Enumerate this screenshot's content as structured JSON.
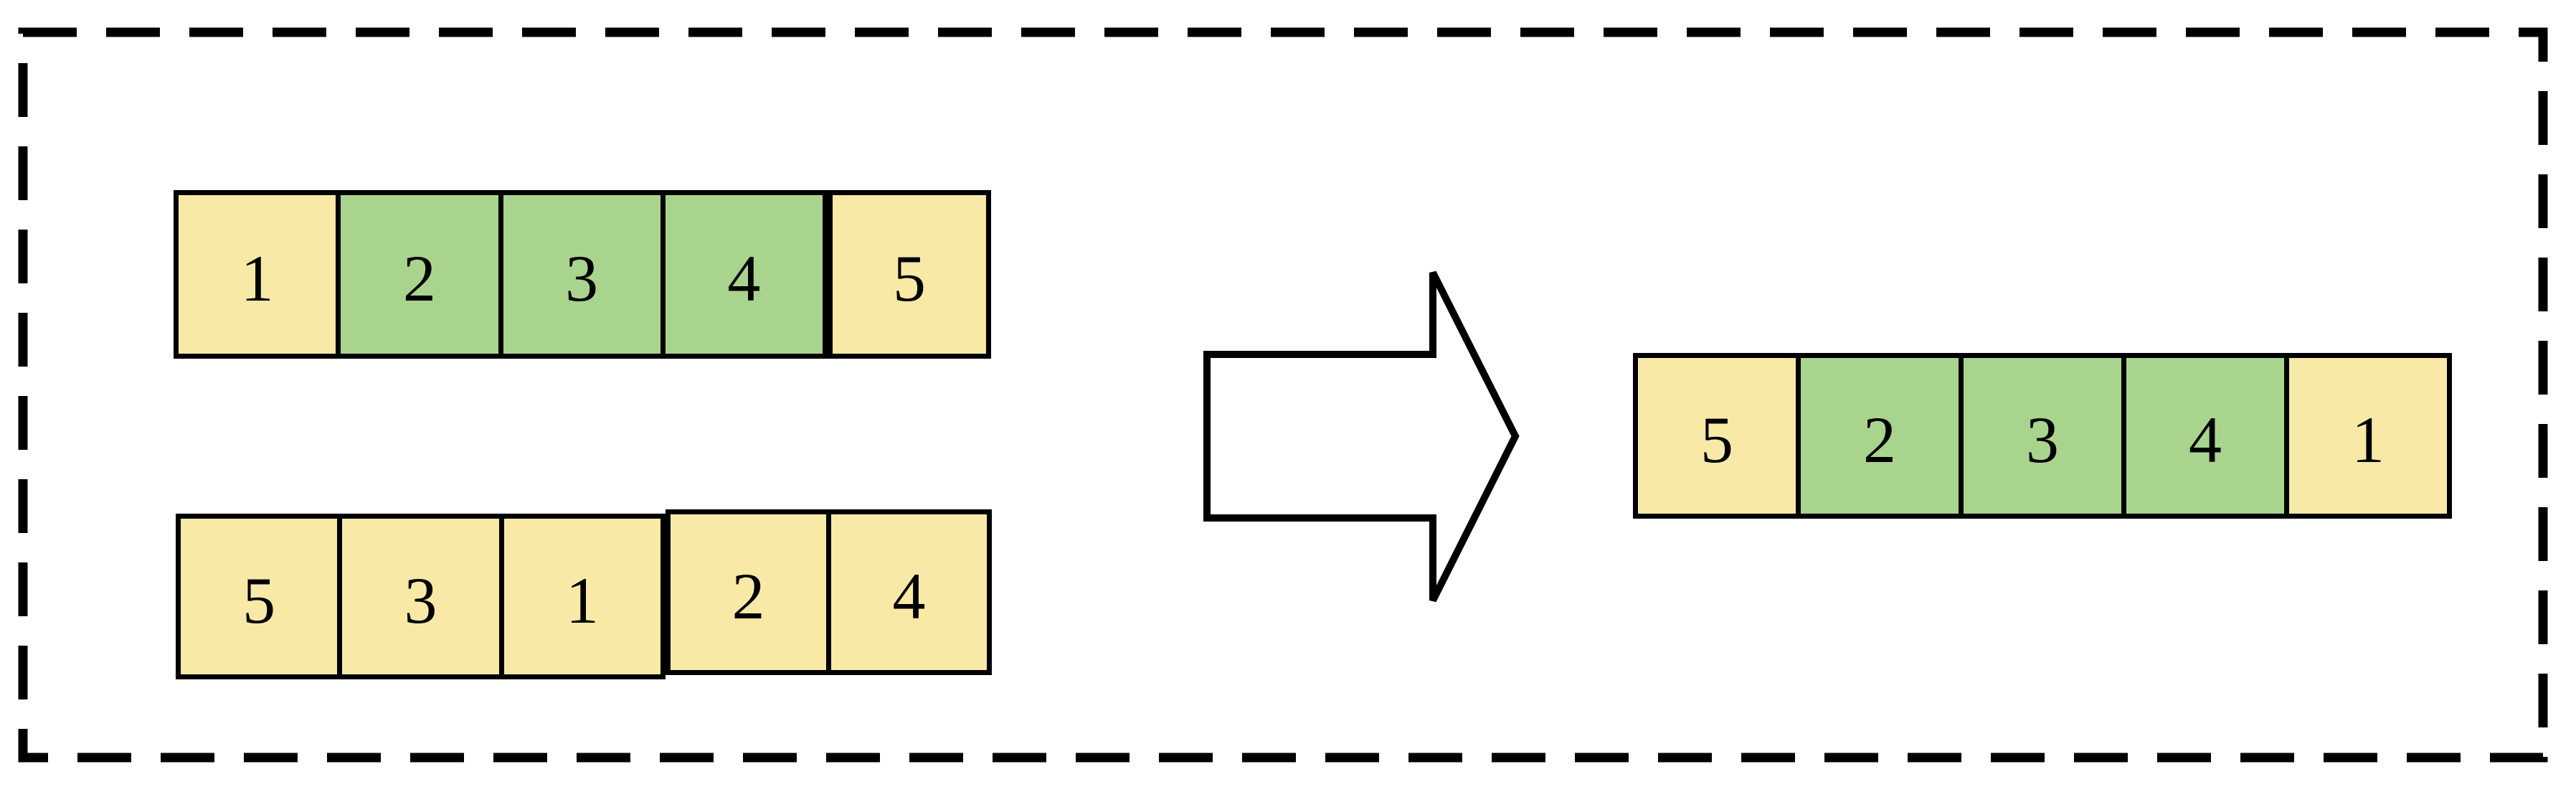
{
  "diagram": {
    "kind": "array-crossover",
    "colors": {
      "yellow": "#F8E9A7",
      "green": "#A9D48E",
      "stroke": "#000000",
      "background": "#FFFFFF"
    },
    "arrow": {
      "direction": "right"
    },
    "rows": {
      "parent1": {
        "cells": [
          {
            "value": "1",
            "color": "#F8E9A7"
          },
          {
            "value": "2",
            "color": "#A9D48E"
          },
          {
            "value": "3",
            "color": "#A9D48E"
          },
          {
            "value": "4",
            "color": "#A9D48E"
          },
          {
            "value": "5",
            "color": "#F8E9A7"
          }
        ]
      },
      "parent2": {
        "cells": [
          {
            "value": "5",
            "color": "#F8E9A7"
          },
          {
            "value": "3",
            "color": "#F8E9A7"
          },
          {
            "value": "1",
            "color": "#F8E9A7"
          },
          {
            "value": "2",
            "color": "#F8E9A7"
          },
          {
            "value": "4",
            "color": "#F8E9A7"
          }
        ]
      },
      "offspring": {
        "cells": [
          {
            "value": "5",
            "color": "#F8E9A7"
          },
          {
            "value": "2",
            "color": "#A9D48E"
          },
          {
            "value": "3",
            "color": "#A9D48E"
          },
          {
            "value": "4",
            "color": "#A9D48E"
          },
          {
            "value": "1",
            "color": "#F8E9A7"
          }
        ]
      }
    }
  }
}
